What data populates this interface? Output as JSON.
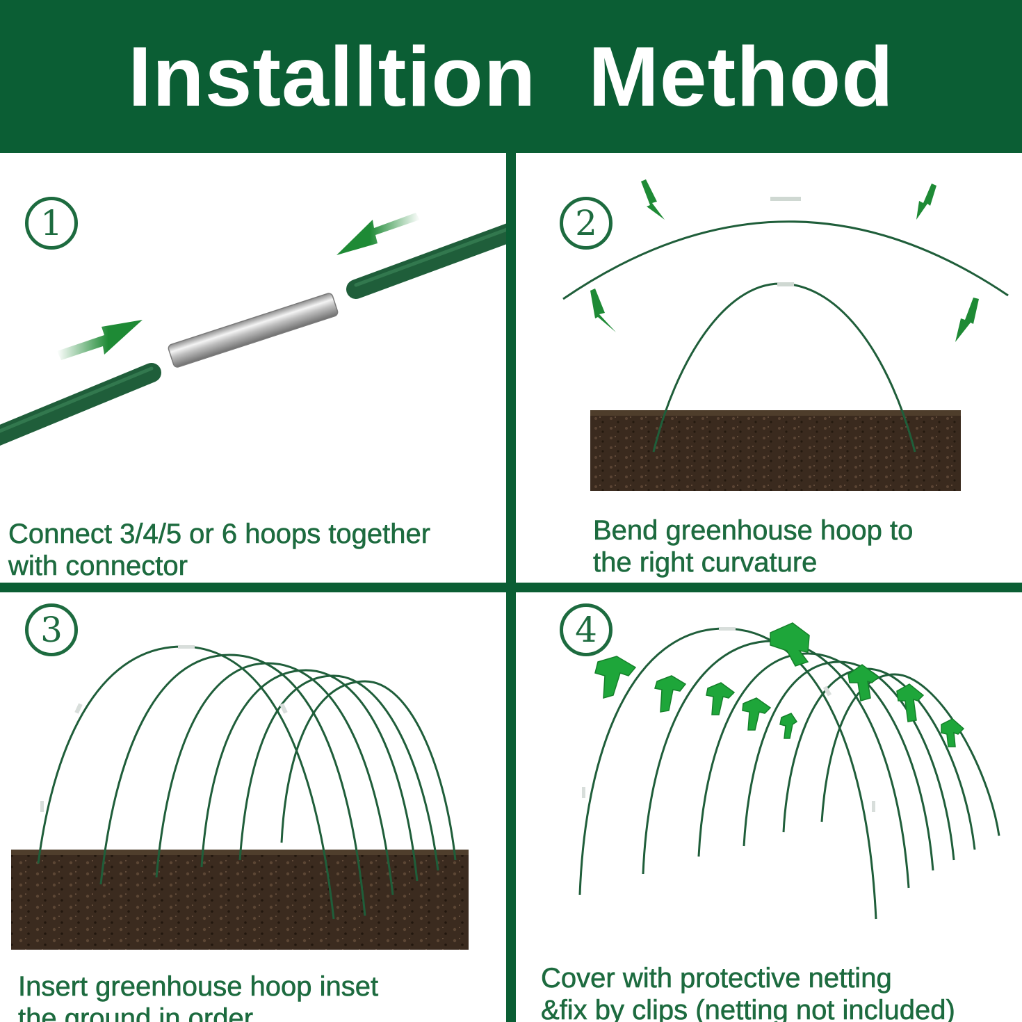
{
  "title": "Installtion  Method",
  "colors": {
    "brand_green": "#0b5e34",
    "text_green": "#1d6b3f",
    "hoop_green": "#1f5e3a",
    "clip_green": "#1ea63a",
    "soil_brown": "#3e2c20"
  },
  "steps": [
    {
      "number": "1",
      "caption_lines": [
        "Connect 3/4/5 or 6 hoops together",
        "with connector"
      ]
    },
    {
      "number": "2",
      "caption_lines": [
        "Bend greenhouse hoop to",
        "the right curvature"
      ]
    },
    {
      "number": "3",
      "caption_lines": [
        "Insert greenhouse hoop inset",
        "the ground in order"
      ]
    },
    {
      "number": "4",
      "caption_lines": [
        "Cover with protective netting",
        "&fix by clips (netting not included)"
      ]
    }
  ]
}
